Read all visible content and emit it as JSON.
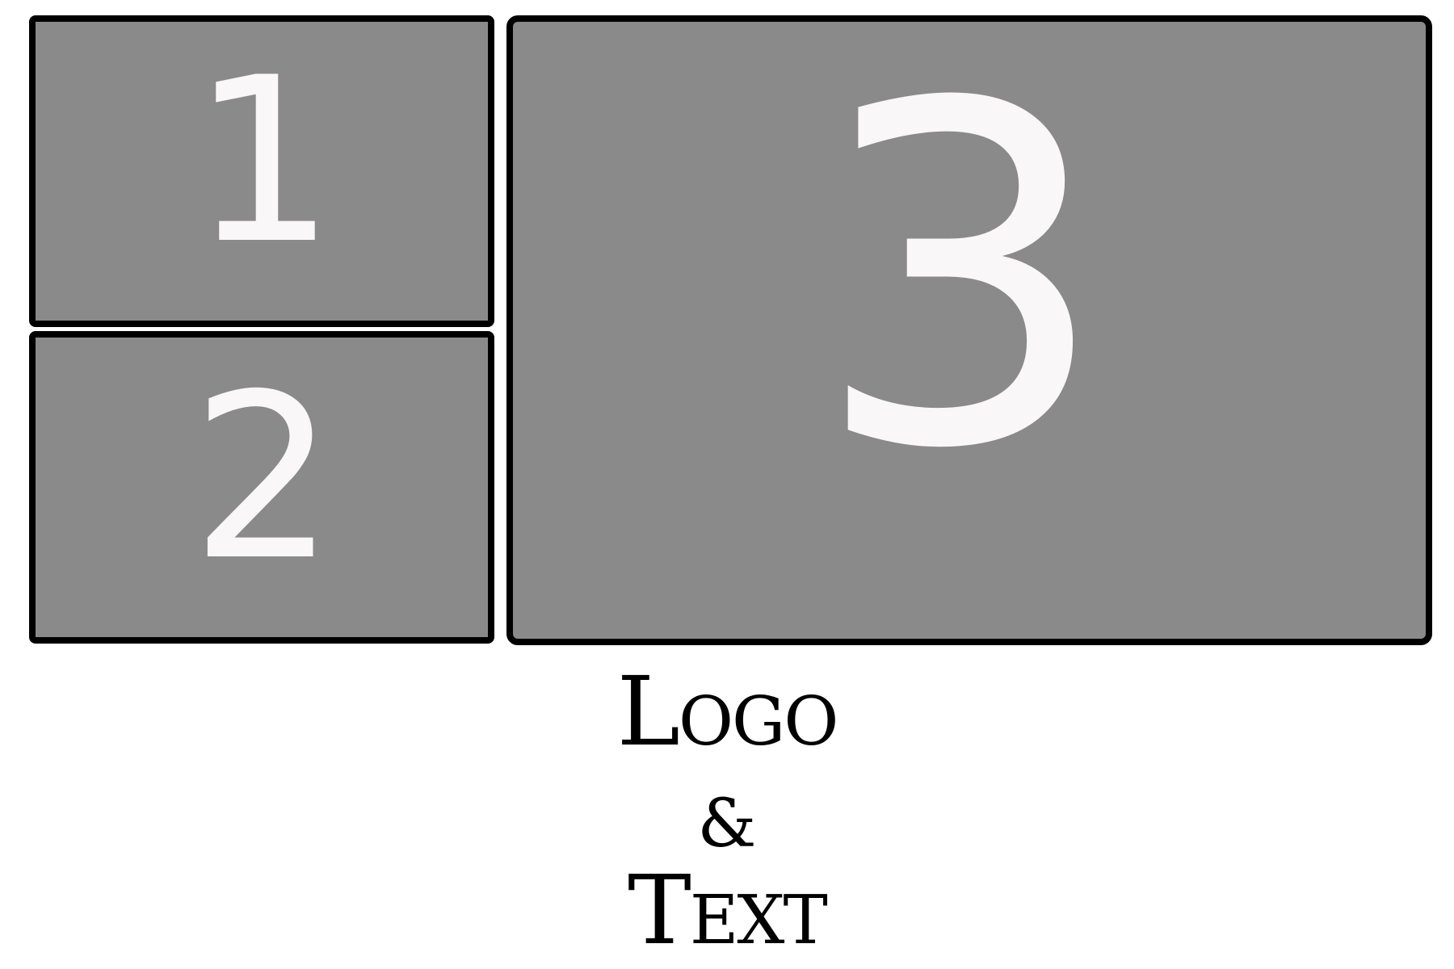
{
  "panels": [
    {
      "label": "1"
    },
    {
      "label": "2"
    },
    {
      "label": "3"
    }
  ],
  "caption": {
    "line1": "Logo",
    "line2": "&",
    "line3": "Text"
  },
  "colors": {
    "panel_fill": "#8a8a8a",
    "panel_border": "#000000",
    "panel_number": "#f9f7f8",
    "background": "#ffffff",
    "caption_text": "#000000"
  }
}
